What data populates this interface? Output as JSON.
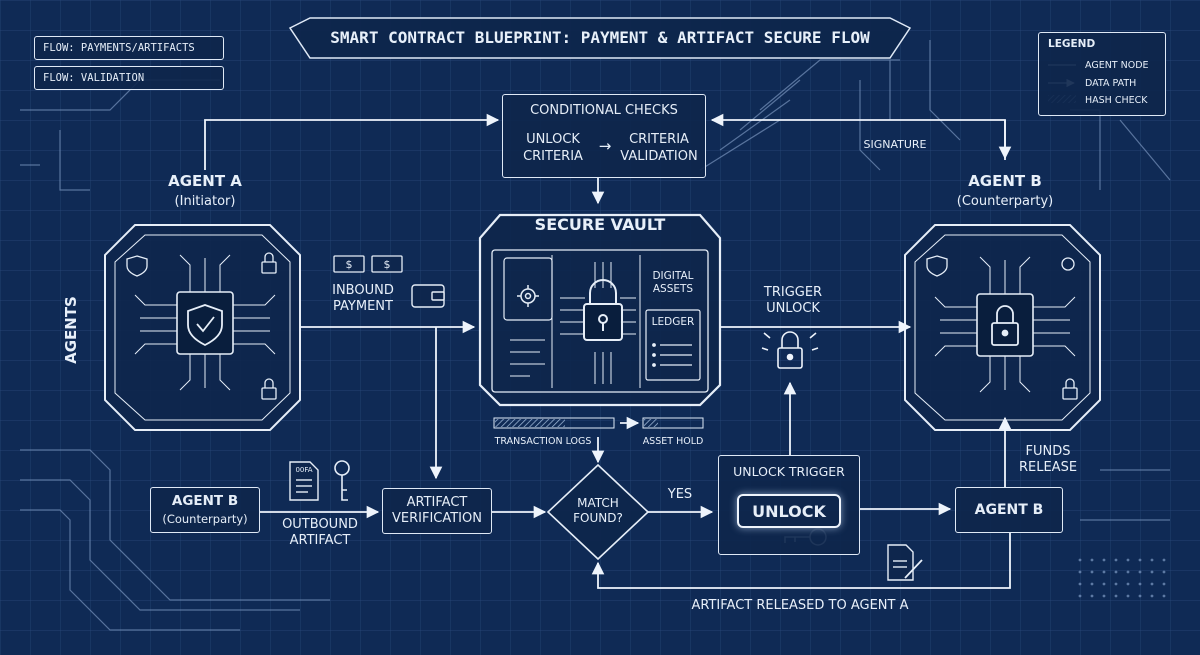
{
  "title": "SMART CONTRACT BLUEPRINT: PAYMENT & ARTIFACT SECURE FLOW",
  "flow_labels": [
    "FLOW: PAYMENTS/ARTIFACTS",
    "FLOW: VALIDATION"
  ],
  "legend": {
    "title": "LEGEND",
    "items": [
      {
        "label": "AGENT NODE",
        "icon": "line-icon"
      },
      {
        "label": "DATA PATH",
        "icon": "arrow-icon"
      },
      {
        "label": "HASH CHECK",
        "icon": "hatch-icon"
      }
    ]
  },
  "side_label": "AGENTS",
  "agent_a": {
    "name": "AGENT A",
    "role": "(Initiator)"
  },
  "agent_b_top": {
    "name": "AGENT B",
    "role": "(Counterparty)"
  },
  "agent_b_bottom_left": {
    "name": "AGENT B",
    "role": "(Counterparty)"
  },
  "agent_b_bottom_right": {
    "name": "AGENT B"
  },
  "conditional_checks": {
    "title": "CONDITIONAL CHECKS",
    "left": "UNLOCK\nCRITERIA",
    "right": "CRITERIA\nVALIDATION"
  },
  "signature": "SIGNATURE",
  "secure_vault": {
    "title": "SECURE VAULT",
    "digital_assets": "DIGITAL\nASSETS",
    "ledger": "LEDGER"
  },
  "inbound_payment": "INBOUND\nPAYMENT",
  "trigger_unlock": "TRIGGER\nUNLOCK",
  "transaction_logs": "TRANSACTION LOGS",
  "asset_hold": "ASSET HOLD",
  "artifact_verification": "ARTIFACT\nVERIFICATION",
  "outbound_artifact": "OUTBOUND\nARTIFACT",
  "match_found": "MATCH\nFOUND?",
  "yes": "YES",
  "unlock_trigger": {
    "title": "UNLOCK TRIGGER",
    "button": "UNLOCK"
  },
  "funds_release": "FUNDS\nRELEASE",
  "artifact_released": "ARTIFACT RELEASED TO AGENT A",
  "doc_tag": "00FA",
  "colors": {
    "background": "#0f2a55",
    "grid": "#2a4a7c",
    "line": "#e6eef8",
    "accent": "#9fd0ff"
  }
}
